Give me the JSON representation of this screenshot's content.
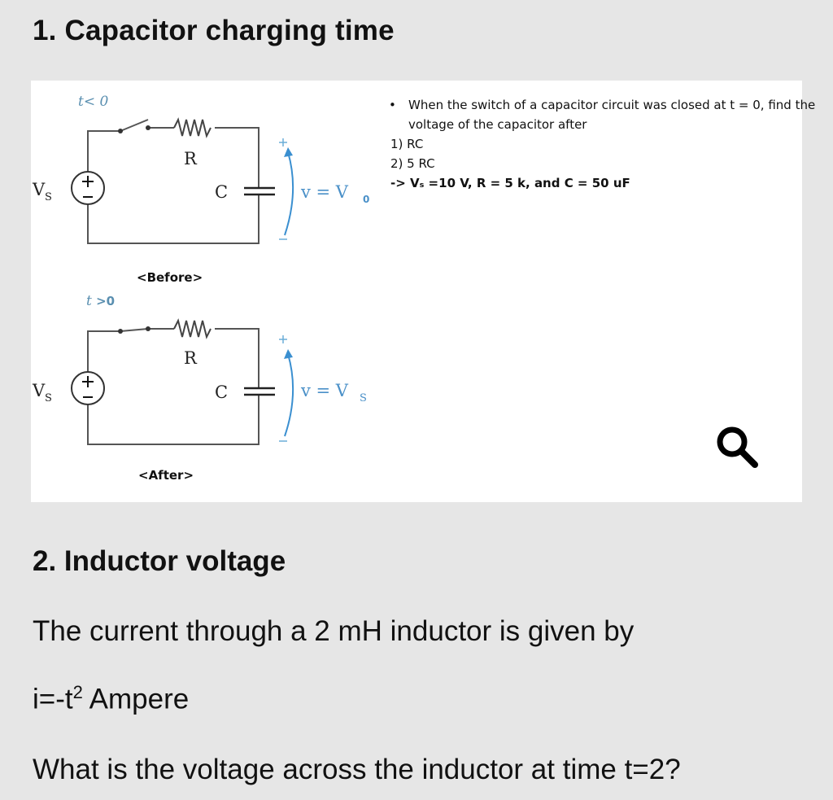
{
  "section1": {
    "title": "1. Capacitor charging time"
  },
  "figure": {
    "before": {
      "time_label": "t< 0",
      "caption": "<Before>",
      "source_label": "V",
      "source_sub": "S",
      "resistor_label": "R",
      "capacitor_label": "C",
      "voltage_label": "v = V",
      "voltage_sub": "0"
    },
    "after": {
      "time_label_italic": "t",
      "time_label_rest": " >0",
      "caption": "<After>",
      "source_label": "V",
      "source_sub": "S",
      "resistor_label": "R",
      "capacitor_label": "C",
      "voltage_label": "v = V",
      "voltage_sub": "S"
    }
  },
  "problem": {
    "bullet": "•",
    "statement": "When the switch of a capacitor circuit was closed at t = 0, find the voltage of the capacitor after",
    "item1": "1)  RC",
    "item2": "2)  5 RC",
    "given": "-> Vₛ =10 V, R = 5 k, and C = 50 uF"
  },
  "icons": {
    "search": "magnifier-icon"
  },
  "section2": {
    "title": "2. Inductor voltage",
    "line1": "The current through a 2 mH inductor is given by",
    "line2_prefix": "i=-t",
    "line2_sup": "2",
    "line2_suffix": " Ampere",
    "line3": "What is the voltage across the inductor at time t=2?"
  }
}
